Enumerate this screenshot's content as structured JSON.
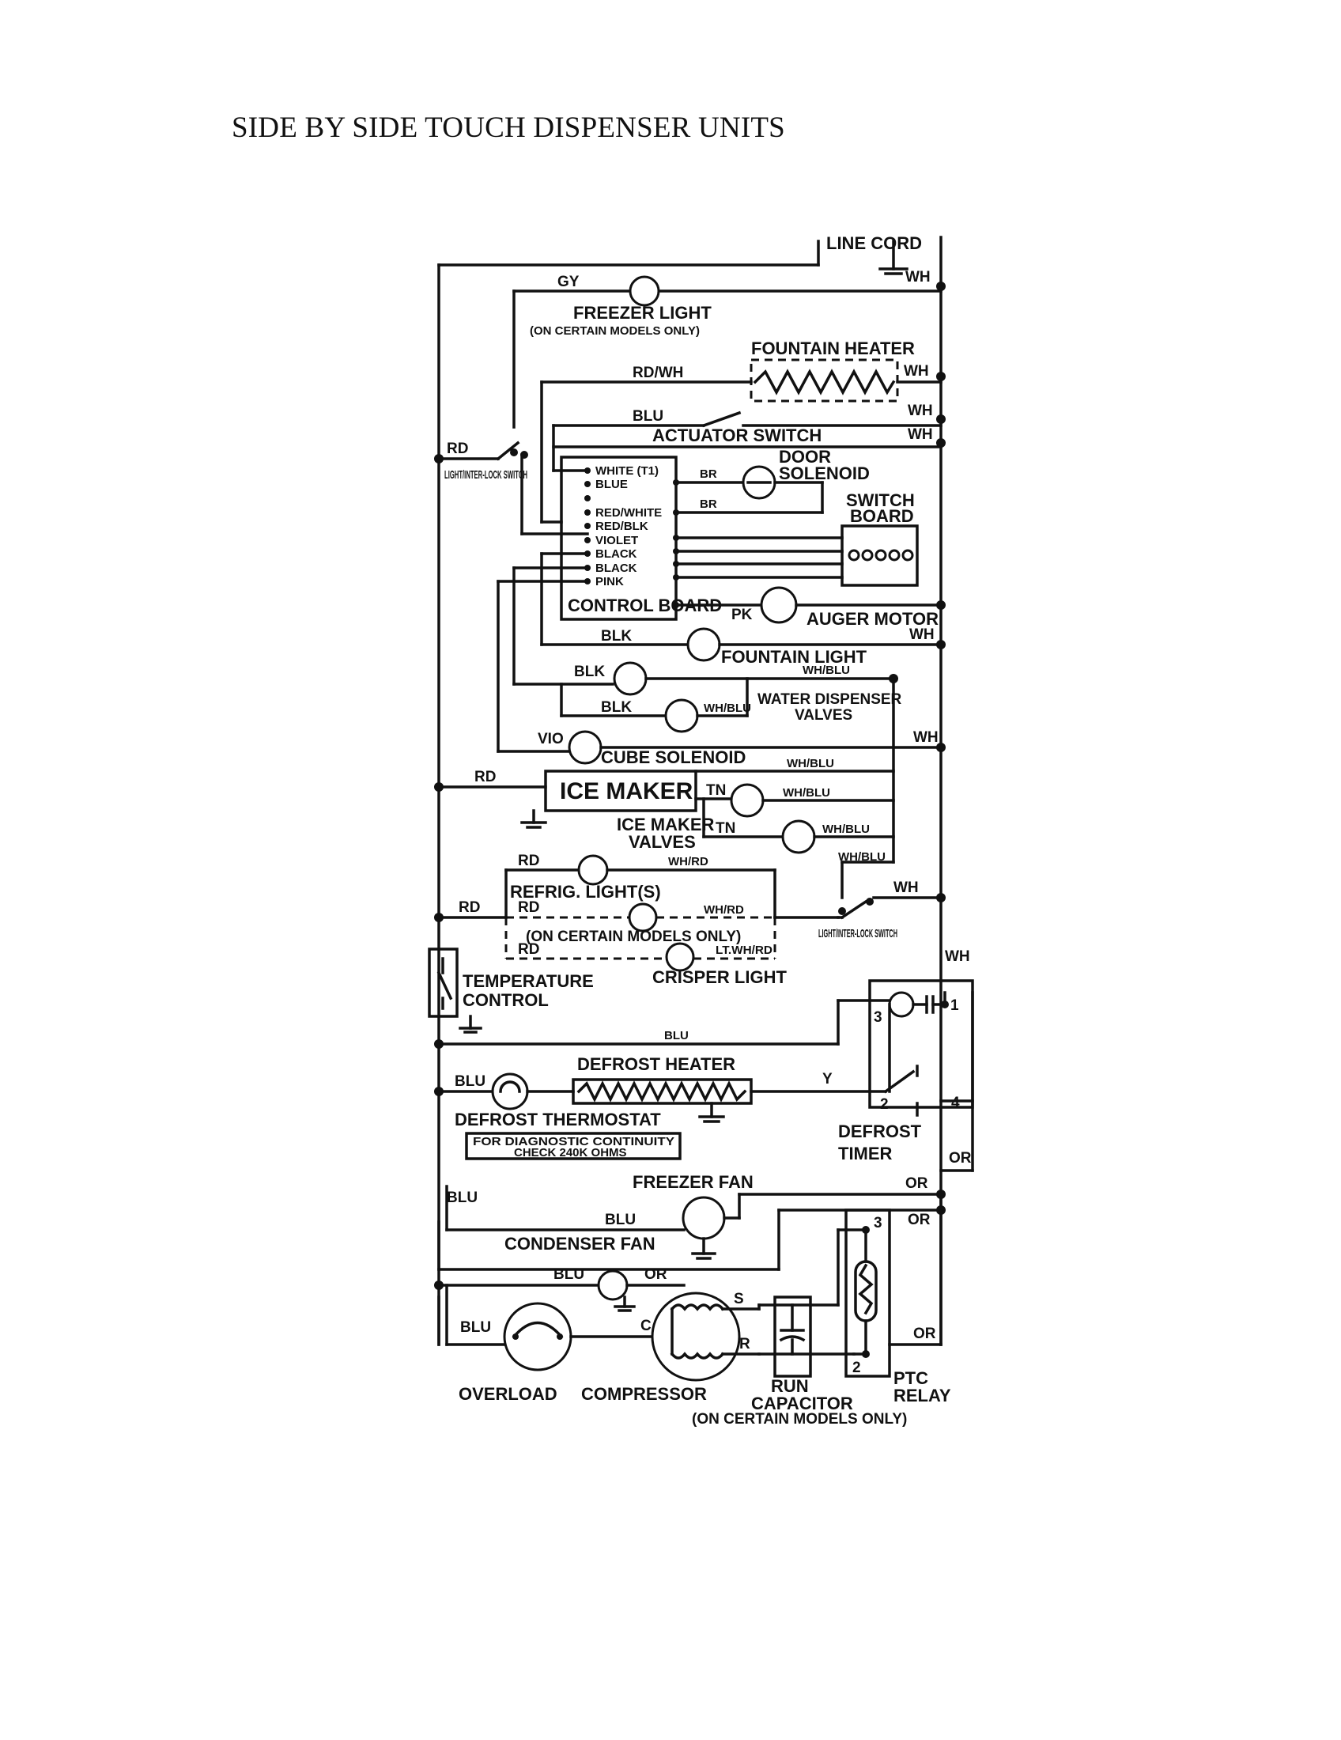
{
  "title": "SIDE BY SIDE TOUCH DISPENSER UNITS",
  "components": {
    "line_cord": "LINE CORD",
    "freezer_light": "FREEZER LIGHT",
    "freezer_light_note": "(ON CERTAIN MODELS ONLY)",
    "fountain_heater": "FOUNTAIN HEATER",
    "actuator_switch": "ACTUATOR SWITCH",
    "light_interlock_switch_1": "LIGHT/INTER-LOCK SWITCH",
    "door_solenoid_1": "DOOR",
    "door_solenoid_2": "SOLENOID",
    "switch_board_1": "SWITCH",
    "switch_board_2": "BOARD",
    "control_board": "CONTROL BOARD",
    "auger_motor": "AUGER MOTOR",
    "fountain_light": "FOUNTAIN LIGHT",
    "water_dispenser_valves_1": "WATER DISPENSER",
    "water_dispenser_valves_2": "VALVES",
    "cube_solenoid": "CUBE SOLENOID",
    "ice_maker": "ICE MAKER",
    "ice_maker_valves_1": "ICE MAKER",
    "ice_maker_valves_2": "VALVES",
    "refrig_lights": "REFRIG. LIGHT(S)",
    "refrig_lights_note": "(ON CERTAIN MODELS ONLY)",
    "crisper_light": "CRISPER LIGHT",
    "light_interlock_switch_2": "LIGHT/INTER-LOCK SWITCH",
    "temperature_control_1": "TEMPERATURE",
    "temperature_control_2": "CONTROL",
    "defrost_heater": "DEFROST HEATER",
    "defrost_thermostat": "DEFROST THERMOSTAT",
    "defrost_thermostat_note_1": "FOR DIAGNOSTIC CONTINUITY",
    "defrost_thermostat_note_2": "CHECK 240K OHMS",
    "defrost_timer_1": "DEFROST",
    "defrost_timer_2": "TIMER",
    "freezer_fan": "FREEZER FAN",
    "condenser_fan": "CONDENSER FAN",
    "overload": "OVERLOAD",
    "compressor": "COMPRESSOR",
    "run_capacitor_1": "RUN",
    "run_capacitor_2": "CAPACITOR",
    "run_capacitor_note": "(ON CERTAIN MODELS ONLY)",
    "ptc_relay_1": "PTC",
    "ptc_relay_2": "RELAY"
  },
  "control_board_pins": [
    "WHITE (T1)",
    "BLUE",
    "",
    "RED/WHITE",
    "RED/BLK",
    "VIOLET",
    "BLACK",
    "BLACK",
    "PINK"
  ],
  "wire_colors": {
    "gy": "GY",
    "wh": "WH",
    "rdwh": "RD/WH",
    "blu": "BLU",
    "rd": "RD",
    "br": "BR",
    "pk": "PK",
    "blk": "BLK",
    "whblu": "WH/BLU",
    "vio": "VIO",
    "tn": "TN",
    "whrd": "WH/RD",
    "y": "Y",
    "or": "OR",
    "c": "C",
    "s": "S",
    "r": "R",
    "ltwhrd": "LT.WH/RD"
  },
  "timer_terminals": [
    "1",
    "2",
    "3",
    "4"
  ],
  "relay_terminals": [
    "3",
    "2"
  ]
}
